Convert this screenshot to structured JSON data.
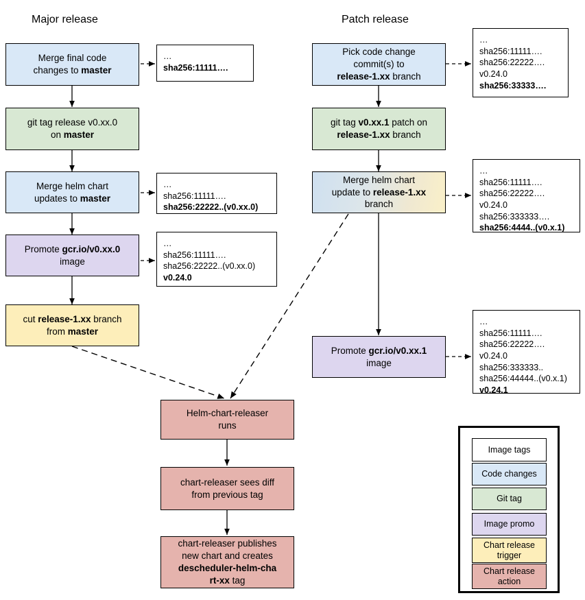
{
  "titles": {
    "major": "Major release",
    "patch": "Patch release"
  },
  "major_flow": [
    {
      "id": "merge-final-code",
      "type": "code-changes",
      "line1": "Merge final code",
      "line2": "changes to ",
      "bold2": "master"
    },
    {
      "id": "git-tag-release",
      "type": "git-tag",
      "line1": "git tag release v0.xx.0",
      "line2": "on ",
      "bold2": "master"
    },
    {
      "id": "merge-helm-chart",
      "type": "code-changes",
      "line1": "Merge helm chart",
      "line2": "updates to ",
      "bold2": "master"
    },
    {
      "id": "promote-image",
      "type": "image-promo",
      "line1pre": "Promote ",
      "line1bold": "gcr.io/v0.xx.0",
      "line2": "image"
    },
    {
      "id": "cut-release-branch",
      "type": "chart-release-trigger",
      "line1pre": "cut ",
      "line1bold": "release-1.xx",
      "line1post": " branch",
      "line2pre": "from ",
      "line2bold": "master"
    }
  ],
  "patch_flow": [
    {
      "id": "pick-code-change",
      "type": "code-changes",
      "line1": "Pick code change",
      "line2": "commit(s) to",
      "line3bold": "release-1.xx",
      "line3post": " branch"
    },
    {
      "id": "git-tag-patch",
      "type": "git-tag",
      "line1pre": "git tag ",
      "line1bold": "v0.xx.1",
      "line1post": " patch on",
      "line2bold": "release-1.xx",
      "line2post": " branch"
    },
    {
      "id": "merge-helm-chart-patch",
      "type": "gradient-code-to-trigger",
      "line1": "Merge helm chart",
      "line2pre": "update to ",
      "line2bold": "release-1.xx",
      "line3": "branch"
    },
    {
      "id": "promote-patch-image",
      "type": "image-promo",
      "line1pre": "Promote ",
      "line1bold": "gcr.io/v0.xx.1",
      "line2": "image"
    }
  ],
  "release_flow": [
    {
      "id": "helm-chart-releaser-runs",
      "type": "chart-release-action",
      "line1": "Helm-chart-releaser",
      "line2": "runs"
    },
    {
      "id": "chart-releaser-sees-diff",
      "type": "chart-release-action",
      "line1": "chart-releaser sees diff",
      "line2": "from previous tag"
    },
    {
      "id": "chart-releaser-publishes",
      "type": "chart-release-action",
      "line1": "chart-releaser publishes",
      "line2": "new chart and creates",
      "line3bold": "descheduler-helm-cha",
      "line4bold": "rt-xx",
      "line4post": " tag"
    }
  ],
  "tag_boxes": {
    "major_1": {
      "lines": [
        {
          "t": "…",
          "b": false
        },
        {
          "t": "sha256:11111….",
          "b": true
        }
      ]
    },
    "major_2": {
      "lines": [
        {
          "t": "…",
          "b": false
        },
        {
          "t": "sha256:11111….",
          "b": false
        },
        {
          "t": "sha256:22222..(v0.xx.0)",
          "b": true
        }
      ]
    },
    "major_3": {
      "lines": [
        {
          "t": "…",
          "b": false
        },
        {
          "t": "sha256:11111….",
          "b": false
        },
        {
          "t": "sha256:22222..(v0.xx.0)",
          "b": false
        },
        {
          "t": "v0.24.0",
          "b": true
        }
      ]
    },
    "patch_1": {
      "lines": [
        {
          "t": "…",
          "b": false
        },
        {
          "t": "sha256:11111….",
          "b": false
        },
        {
          "t": "sha256:22222….",
          "b": false
        },
        {
          "t": "v0.24.0",
          "b": false
        },
        {
          "t": "sha256:33333….",
          "b": true
        }
      ]
    },
    "patch_2": {
      "lines": [
        {
          "t": "…",
          "b": false
        },
        {
          "t": "sha256:11111….",
          "b": false
        },
        {
          "t": "sha256:22222….",
          "b": false
        },
        {
          "t": "v0.24.0",
          "b": false
        },
        {
          "t": "sha256:333333….",
          "b": false
        },
        {
          "t": "sha256:4444..(v0.x.1)",
          "b": true
        }
      ]
    },
    "patch_3": {
      "lines": [
        {
          "t": "…",
          "b": false
        },
        {
          "t": "sha256:11111….",
          "b": false
        },
        {
          "t": "sha256:22222….",
          "b": false
        },
        {
          "t": "v0.24.0",
          "b": false
        },
        {
          "t": "sha256:333333..",
          "b": false
        },
        {
          "t": "sha256:44444..(v0.x.1)",
          "b": false
        },
        {
          "t": "v0.24.1",
          "b": true
        }
      ]
    }
  },
  "legend": {
    "items": [
      {
        "label": "Image tags",
        "color": "#ffffff"
      },
      {
        "label": "Code changes",
        "color": "#d9e8f7"
      },
      {
        "label": "Git tag",
        "color": "#d8e8d3"
      },
      {
        "label": "Image promo",
        "color": "#ddd6ef"
      },
      {
        "label": "Chart release trigger",
        "color": "#fdeeba"
      },
      {
        "label": "Chart release action",
        "color": "#e5b3ad"
      }
    ]
  },
  "colors": {
    "code_changes": "#d9e8f7",
    "git_tag": "#d8e8d3",
    "image_promo": "#ddd6ef",
    "chart_release_trigger": "#fdeeba",
    "chart_release_action": "#e5b3ad",
    "stroke": "#000000",
    "background": "#ffffff"
  }
}
